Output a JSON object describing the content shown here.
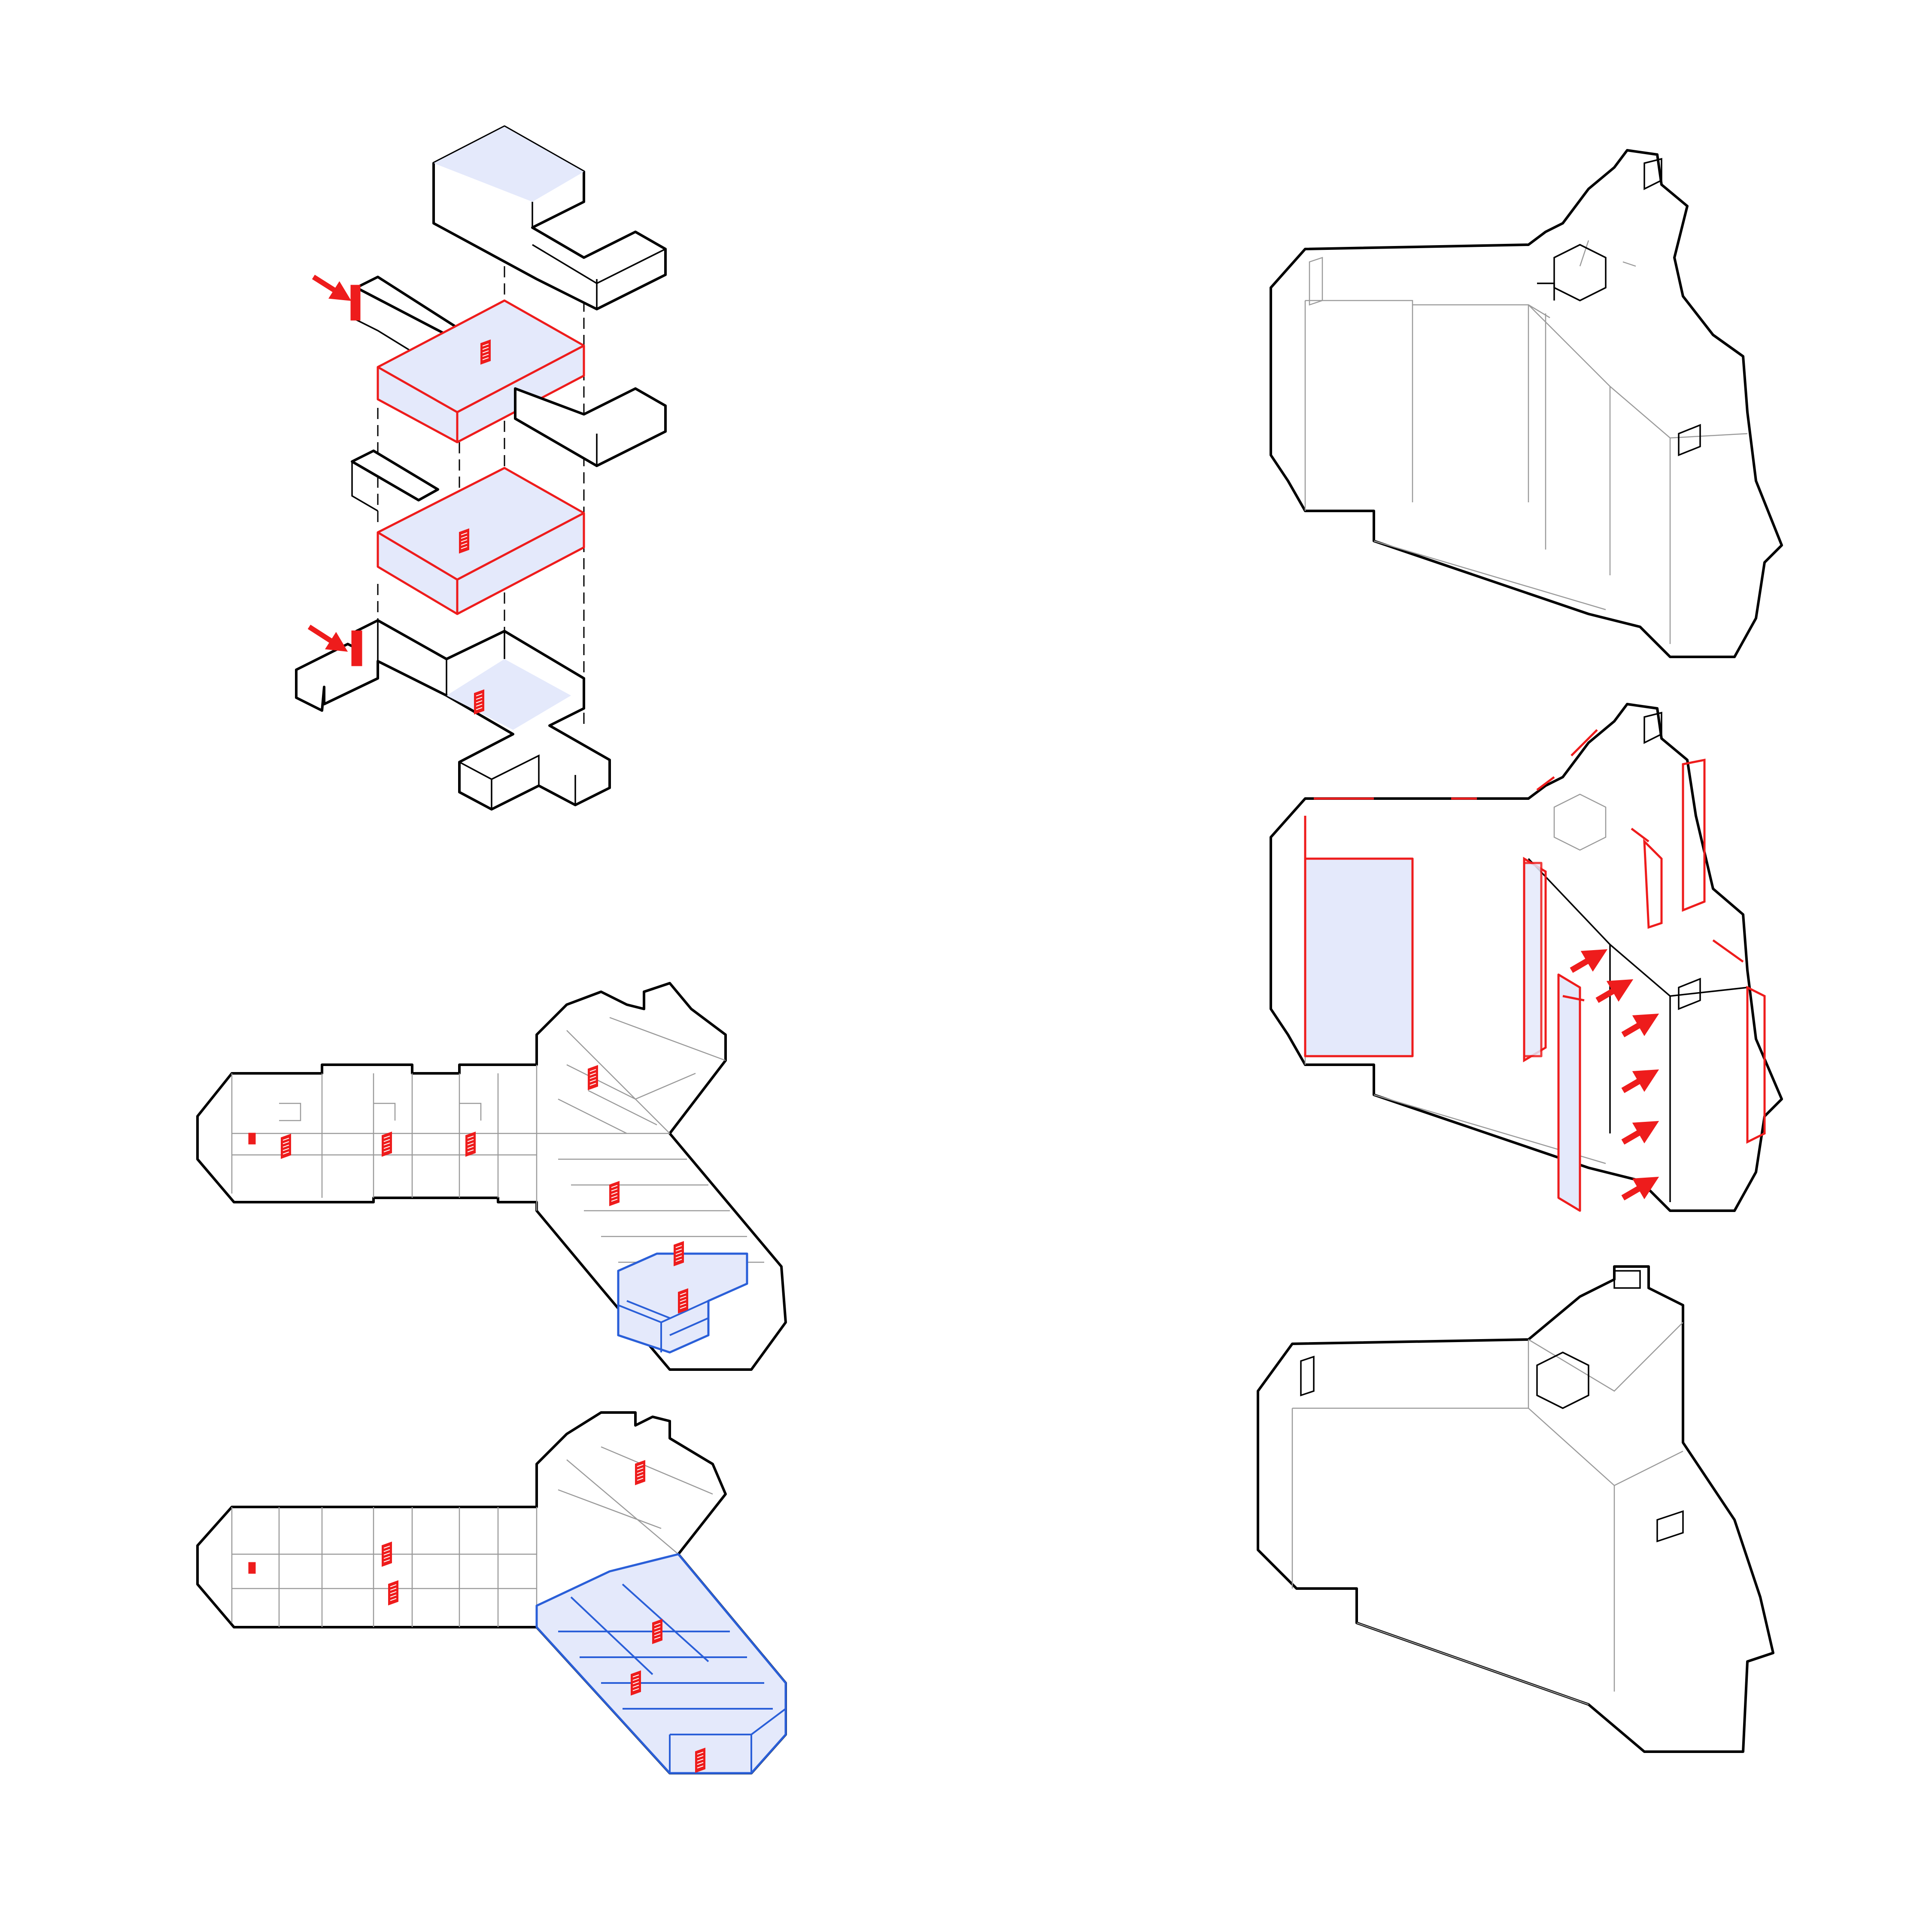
{
  "colors": {
    "accent_red": "#ee1c1c",
    "accent_blue": "#2a5fd8",
    "tint_fill": "#e4e9fb",
    "outline": "#000000",
    "thin_line": "#9a9a9a",
    "background": "#ffffff"
  },
  "panels": [
    {
      "name": "exploded-floor-stack",
      "levels": 4,
      "entry_arrows": 2
    },
    {
      "name": "plan-view-upper",
      "highlight": "blue-zone"
    },
    {
      "name": "plan-view-lower",
      "highlight": "blue-zone"
    },
    {
      "name": "mass-view-plain"
    },
    {
      "name": "mass-view-facade-highlight",
      "arrows": 6
    },
    {
      "name": "mass-view-roof"
    }
  ],
  "icons": [
    "red-arrow-icon",
    "red-staircase-icon",
    "door-panel-icon"
  ]
}
